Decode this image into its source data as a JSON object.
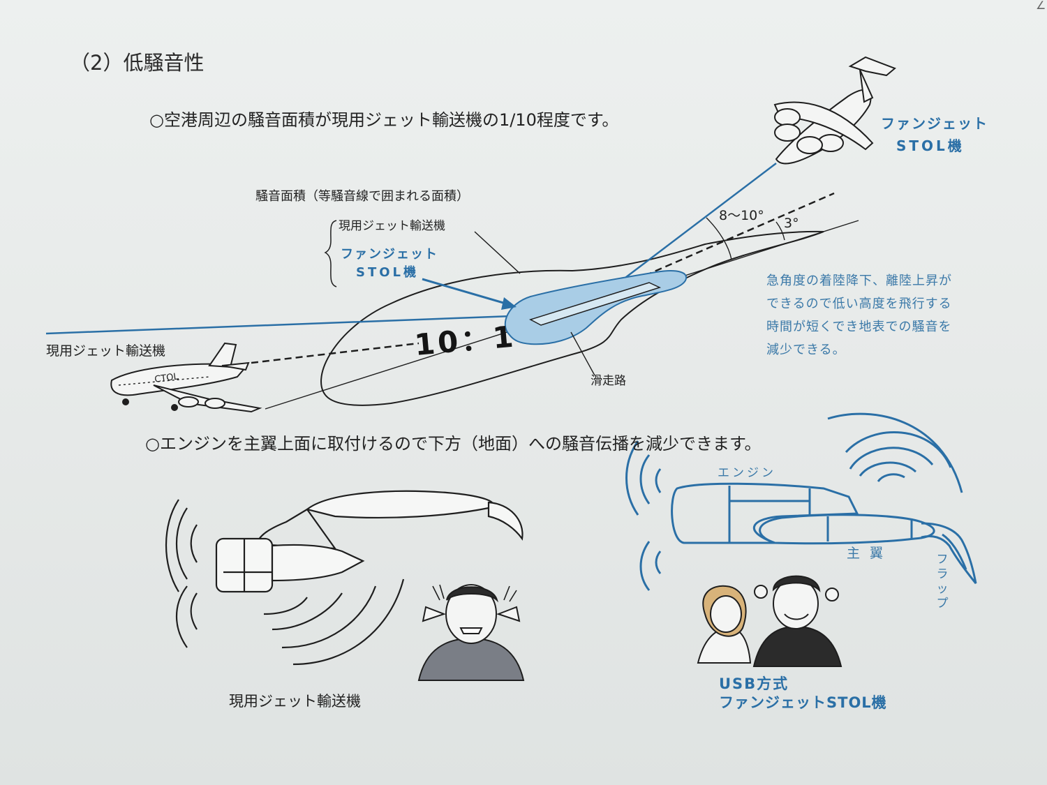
{
  "section_title": "（2）低騒音性",
  "bullet_1": "○空港周辺の騒音面積が現用ジェット輸送機の1/10程度です。",
  "bullet_2": "○エンジンを主翼上面に取付けるので下方（地面）への騒音伝播を減少できます。",
  "noise_area_label": "騒音面積（等騒音線で囲まれる面積）",
  "legend": {
    "jet": "現用ジェット輸送機",
    "fanjet": "ファンジェット",
    "stol": "STOL機"
  },
  "stol_plane_label": [
    "ファンジェット",
    "STOL機"
  ],
  "angle_labels": [
    "8〜10°",
    "3°"
  ],
  "ratio": "10：1",
  "runway_label": "滑走路",
  "jet_plane_label": "現用ジェット輸送機",
  "description": [
    "急角度の着陸降下、離陸上昇が",
    "できるので低い高度を飛行する",
    "時間が短くでき地表での騒音を",
    "減少できる。"
  ],
  "engine_label": "エンジン",
  "wing_label": "主翼",
  "flap_label": "フラップ",
  "jet_bottom_label": "現用ジェット輸送機",
  "usb_label": [
    "USB方式",
    "ファンジェットSTOL機"
  ],
  "plane_tail_text": "CTOL",
  "corner_mark": "∠",
  "colors": {
    "accent_blue": "#2a6fa6",
    "text_blue": "#3b79a8",
    "fill_blue": "#a9cde6",
    "ink": "#1d1d1d"
  }
}
